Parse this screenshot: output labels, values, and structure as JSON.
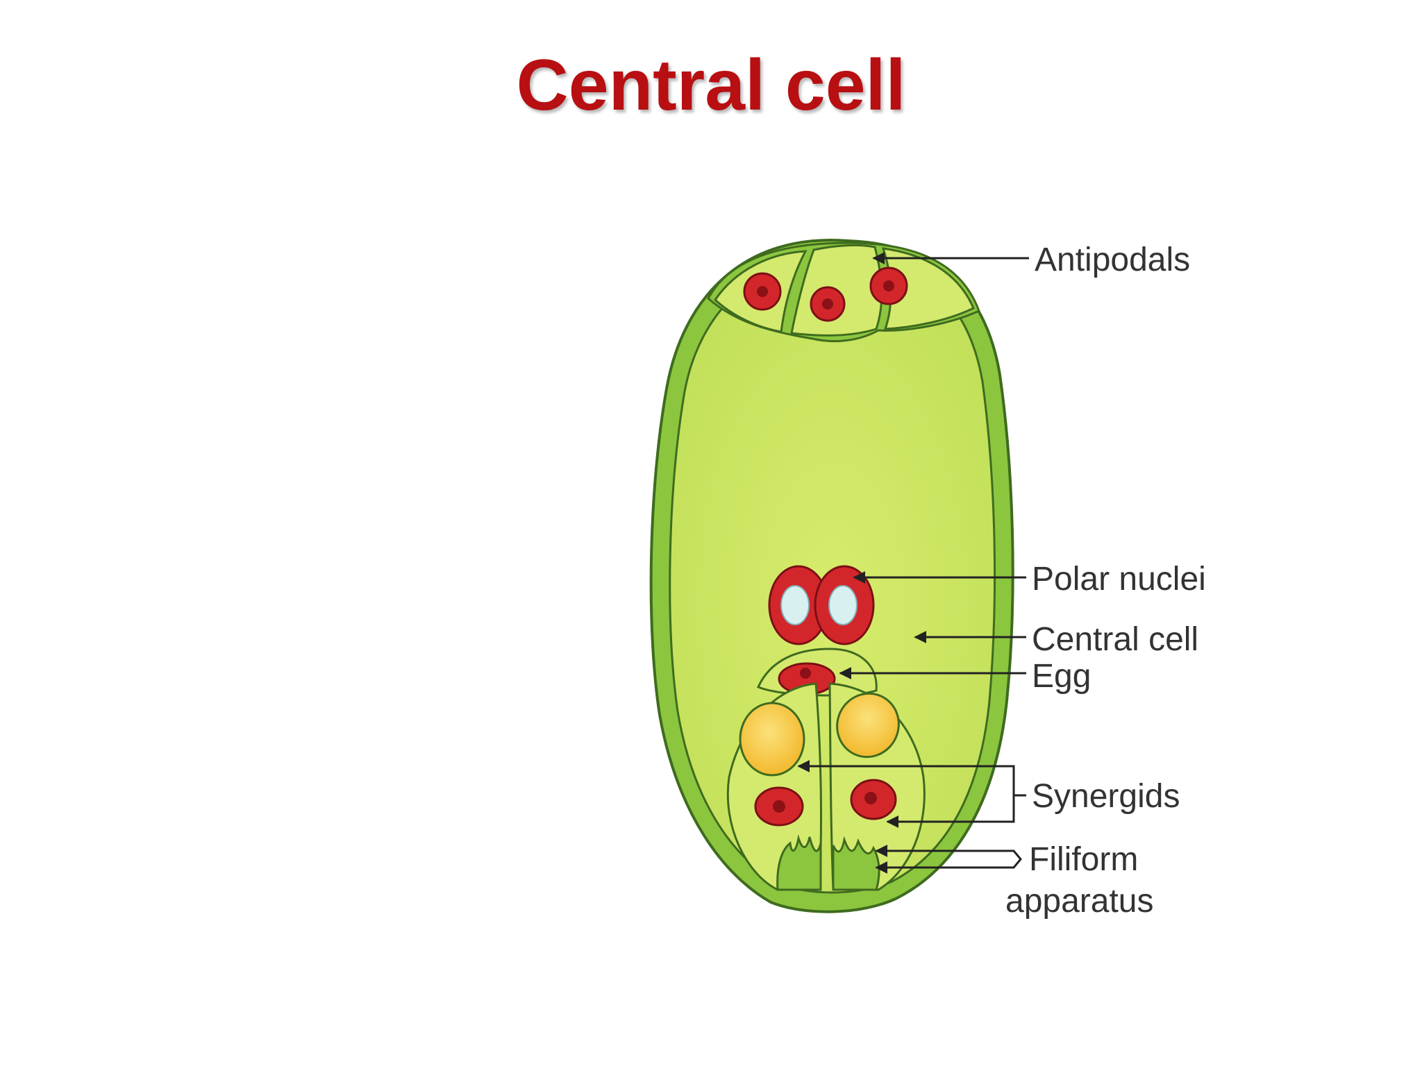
{
  "slide": {
    "title": "Central cell"
  },
  "diagram": {
    "labels": {
      "antipodals": "Antipodals",
      "polar_nuclei": "Polar nuclei",
      "central_cell": "Central cell",
      "egg": "Egg",
      "synergids": "Synergids",
      "filiform_line1": "Filiform",
      "filiform_line2": "apparatus"
    },
    "colors": {
      "title": "#b80f12",
      "outer_wall": "#8cc63f",
      "outline": "#3f6b1f",
      "cytoplasm": "#cfe86a",
      "nucleus": "#d3262b",
      "nucleolus": "#8b1116",
      "polar_nucleolus": "#d8f0f0",
      "vacuole": "#f7c43c"
    }
  }
}
